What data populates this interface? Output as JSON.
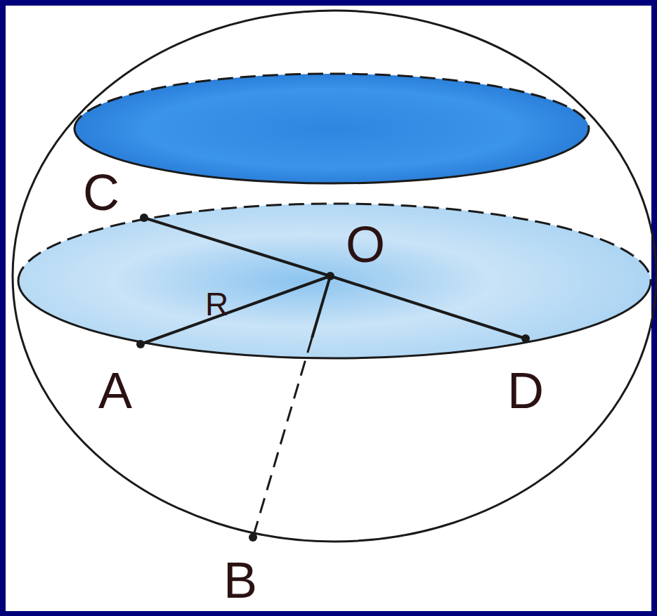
{
  "diagram": {
    "labels": [
      "C",
      "O",
      "R",
      "A",
      "D",
      "B"
    ]
  }
}
